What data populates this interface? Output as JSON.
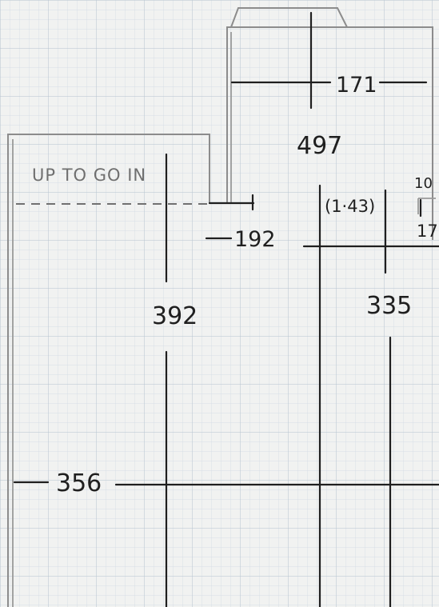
{
  "labels": {
    "note": "UP TO GO IN",
    "dim_171": "171",
    "dim_497": "497",
    "dim_192": "192",
    "dim_143": "(1·43)",
    "dim_10": "10",
    "dim_17": "17",
    "dim_392": "392",
    "dim_335": "335",
    "dim_356": "356"
  },
  "colors": {
    "paper": "#f1f2f1",
    "grid_minor": "#c9d5de",
    "grid_major": "#b2c0cc",
    "pencil": "#8c8c8c",
    "ink": "#1f1f1f"
  }
}
